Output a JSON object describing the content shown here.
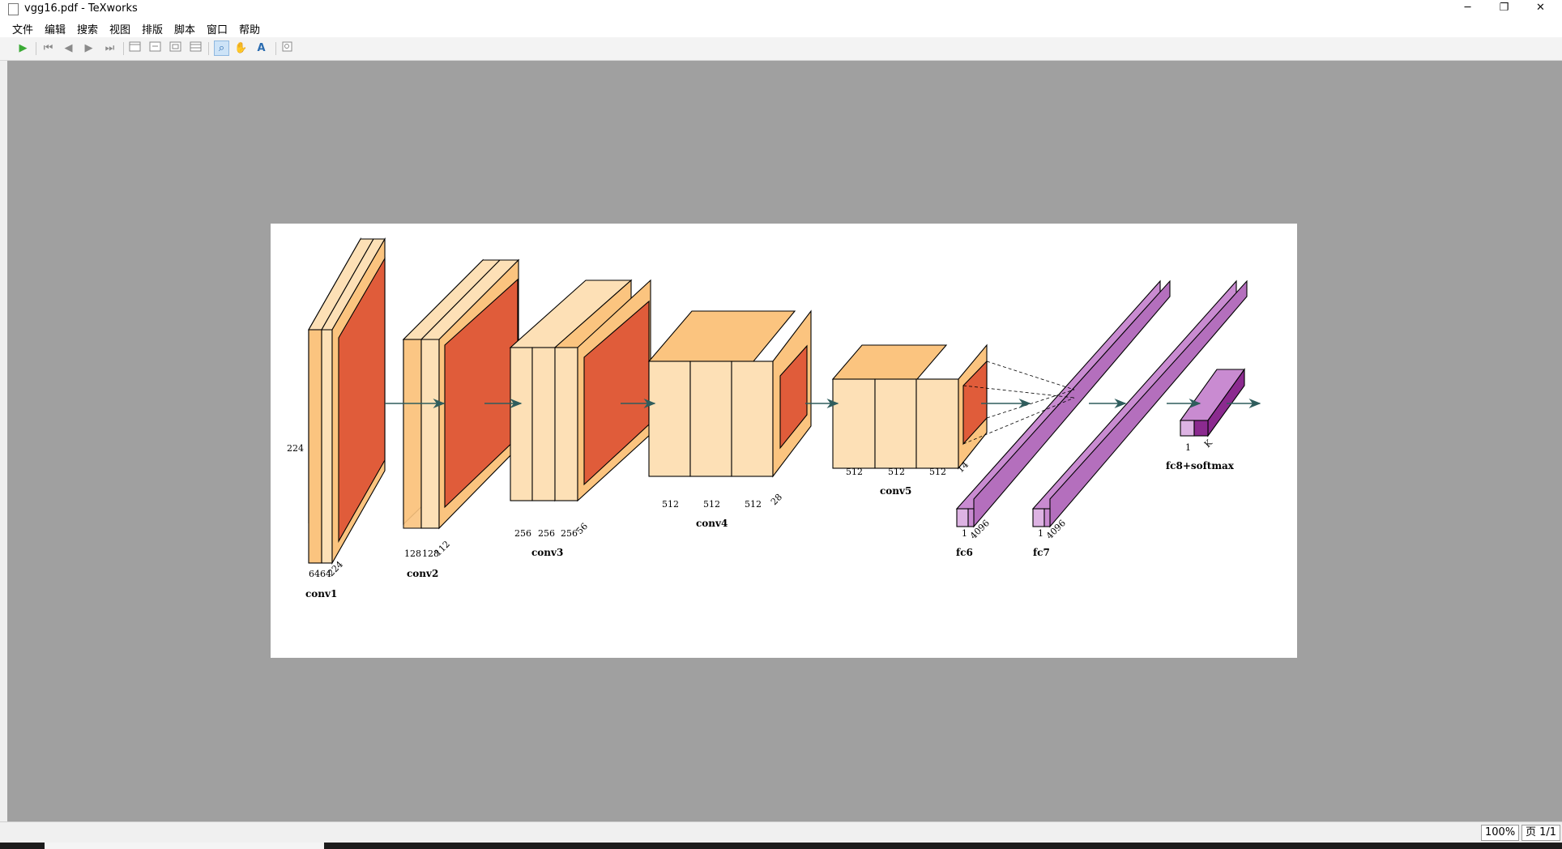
{
  "window": {
    "title": "vgg16.pdf - TeXworks",
    "minimize": "─",
    "restore": "❐",
    "close": "✕"
  },
  "menu": [
    "文件",
    "编辑",
    "搜索",
    "视图",
    "排版",
    "脚本",
    "窗口",
    "帮助"
  ],
  "toolbar": {
    "typeset": "▶",
    "first_page": "⏮",
    "prev_page": "◀",
    "next_page": "▶",
    "last_page": "⏭",
    "magnify": "⌕",
    "scroll_hand": "✋",
    "select_text": "A"
  },
  "document": {
    "height_label": "224",
    "blocks": [
      {
        "name": "conv1",
        "dims": [
          "64",
          "64",
          "224"
        ]
      },
      {
        "name": "conv2",
        "dims": [
          "128",
          "128",
          "112"
        ]
      },
      {
        "name": "conv3",
        "dims": [
          "256",
          "256",
          "256",
          "56"
        ]
      },
      {
        "name": "conv4",
        "dims": [
          "512",
          "512",
          "512",
          "28"
        ]
      },
      {
        "name": "conv5",
        "dims": [
          "512",
          "512",
          "512",
          "14"
        ]
      },
      {
        "name": "fc6",
        "dims": [
          "1",
          "4096"
        ]
      },
      {
        "name": "fc7",
        "dims": [
          "1",
          "4096"
        ]
      },
      {
        "name": "fc8+softmax",
        "dims": [
          "1",
          "K"
        ]
      }
    ]
  },
  "colors": {
    "conv": "#fde0b6",
    "conv_band": "#fbc47f",
    "pool": "#e05c3a",
    "fc": "#c98bd1",
    "fc_dark": "#8b2a8f",
    "arrow": "#2f5d5d"
  },
  "status": {
    "zoom": "100%",
    "page": "页 1/1"
  }
}
